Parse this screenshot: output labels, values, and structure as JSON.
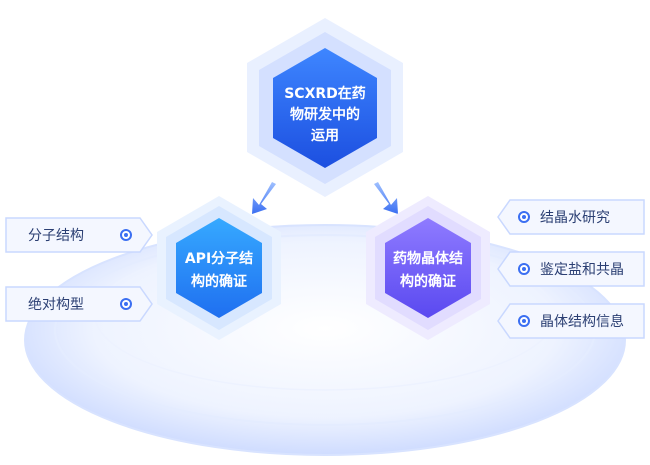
{
  "center": {
    "line1": "SCXRD在药",
    "line2": "物研发中的",
    "line3": "运用"
  },
  "left_node": {
    "line1": "API分子结",
    "line2": "构的确证"
  },
  "right_node": {
    "line1": "药物晶体结",
    "line2": "构的确证"
  },
  "left_tags": [
    {
      "label": "分子结构"
    },
    {
      "label": "绝对构型"
    }
  ],
  "right_tags": [
    {
      "label": "结晶水研究"
    },
    {
      "label": "鉴定盐和共晶"
    },
    {
      "label": "晶体结构信息"
    }
  ]
}
